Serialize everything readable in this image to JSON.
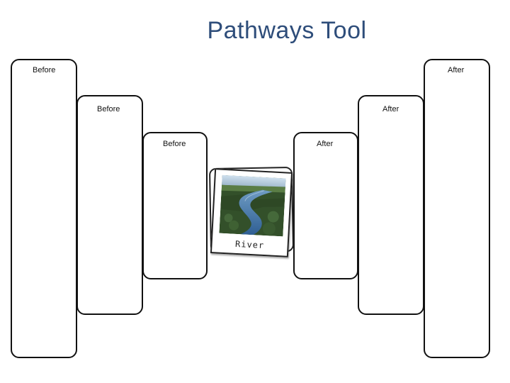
{
  "title": "Pathways Tool",
  "columns": {
    "outer": {
      "before": "Before",
      "after": "After"
    },
    "middle": {
      "before": "Before",
      "after": "After"
    },
    "inner": {
      "before": "Before",
      "after": "After"
    }
  },
  "photo": {
    "caption": "River",
    "icon": "river-photo"
  }
}
